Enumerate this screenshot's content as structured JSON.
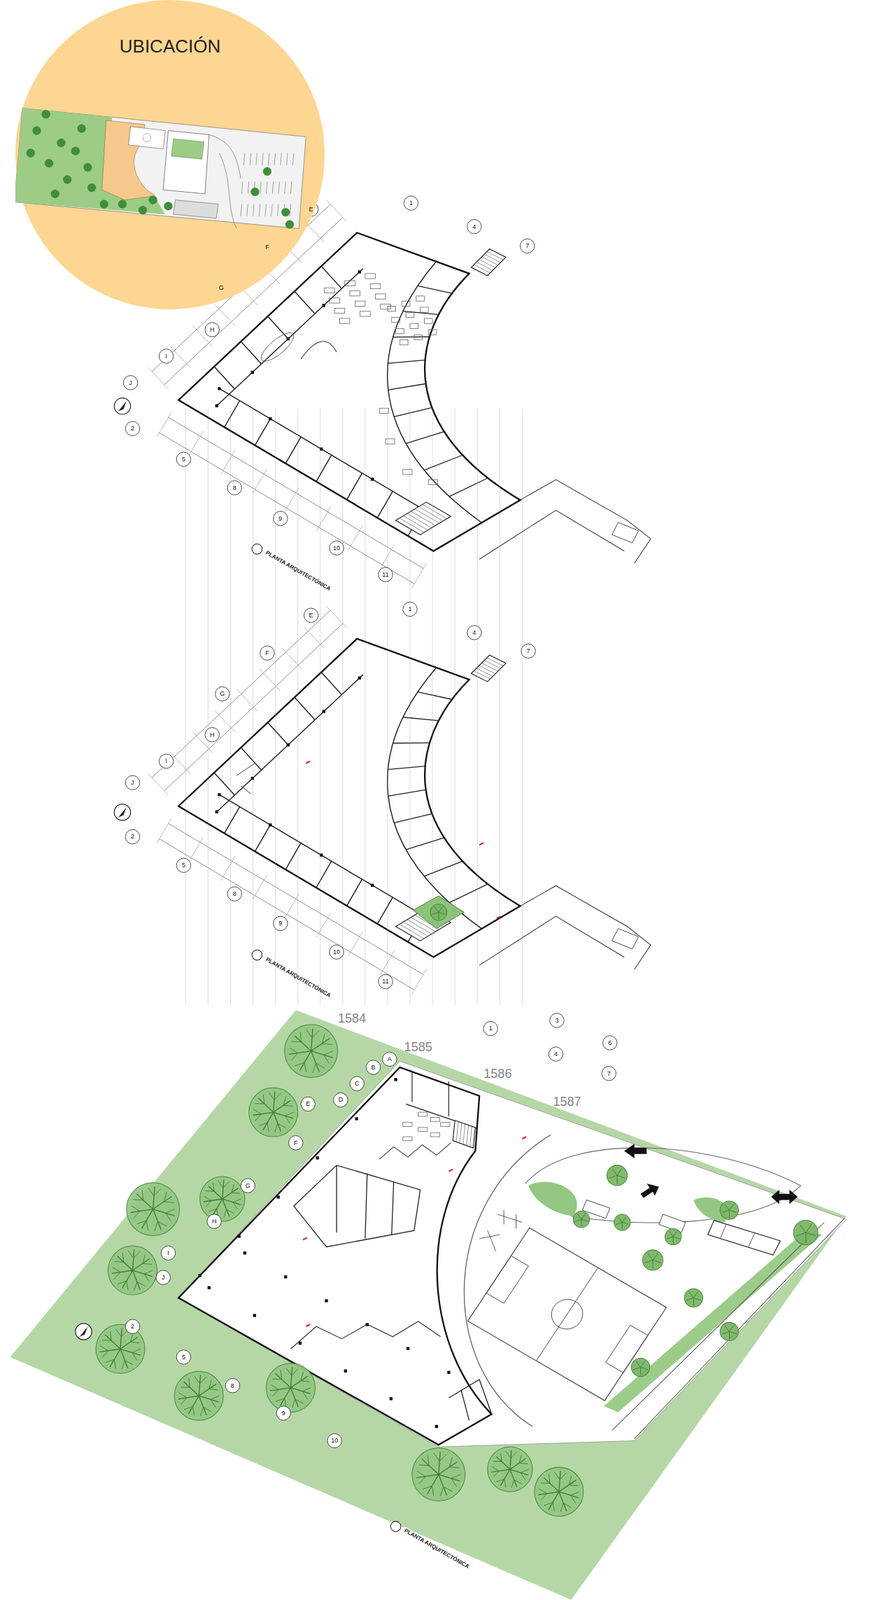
{
  "diagram": {
    "nodes": [
      {
        "text": [
          "UBICACIÓN"
        ]
      }
    ],
    "labels": [
      "1",
      "4",
      "7",
      "E",
      "F",
      "G",
      "H",
      "I",
      "J",
      "2",
      "5",
      "8",
      "9",
      "10",
      "11",
      "1",
      "4",
      "7",
      "E",
      "F",
      "G",
      "H",
      "I",
      "J",
      "2",
      "5",
      "8",
      "9",
      "10",
      "11",
      "1",
      "3",
      "4",
      "6",
      "7",
      "A",
      "B",
      "C",
      "D",
      "E",
      "F",
      "G",
      "H",
      "I",
      "J",
      "2",
      "5",
      "8",
      "9",
      "10",
      "1584",
      "1585",
      "1586",
      "1587",
      "PLANTA ARQUITECTÓNICA",
      "PLANTA ARQUITECTÓNICA",
      "PLANTA ARQUITECTÓNICA"
    ]
  }
}
